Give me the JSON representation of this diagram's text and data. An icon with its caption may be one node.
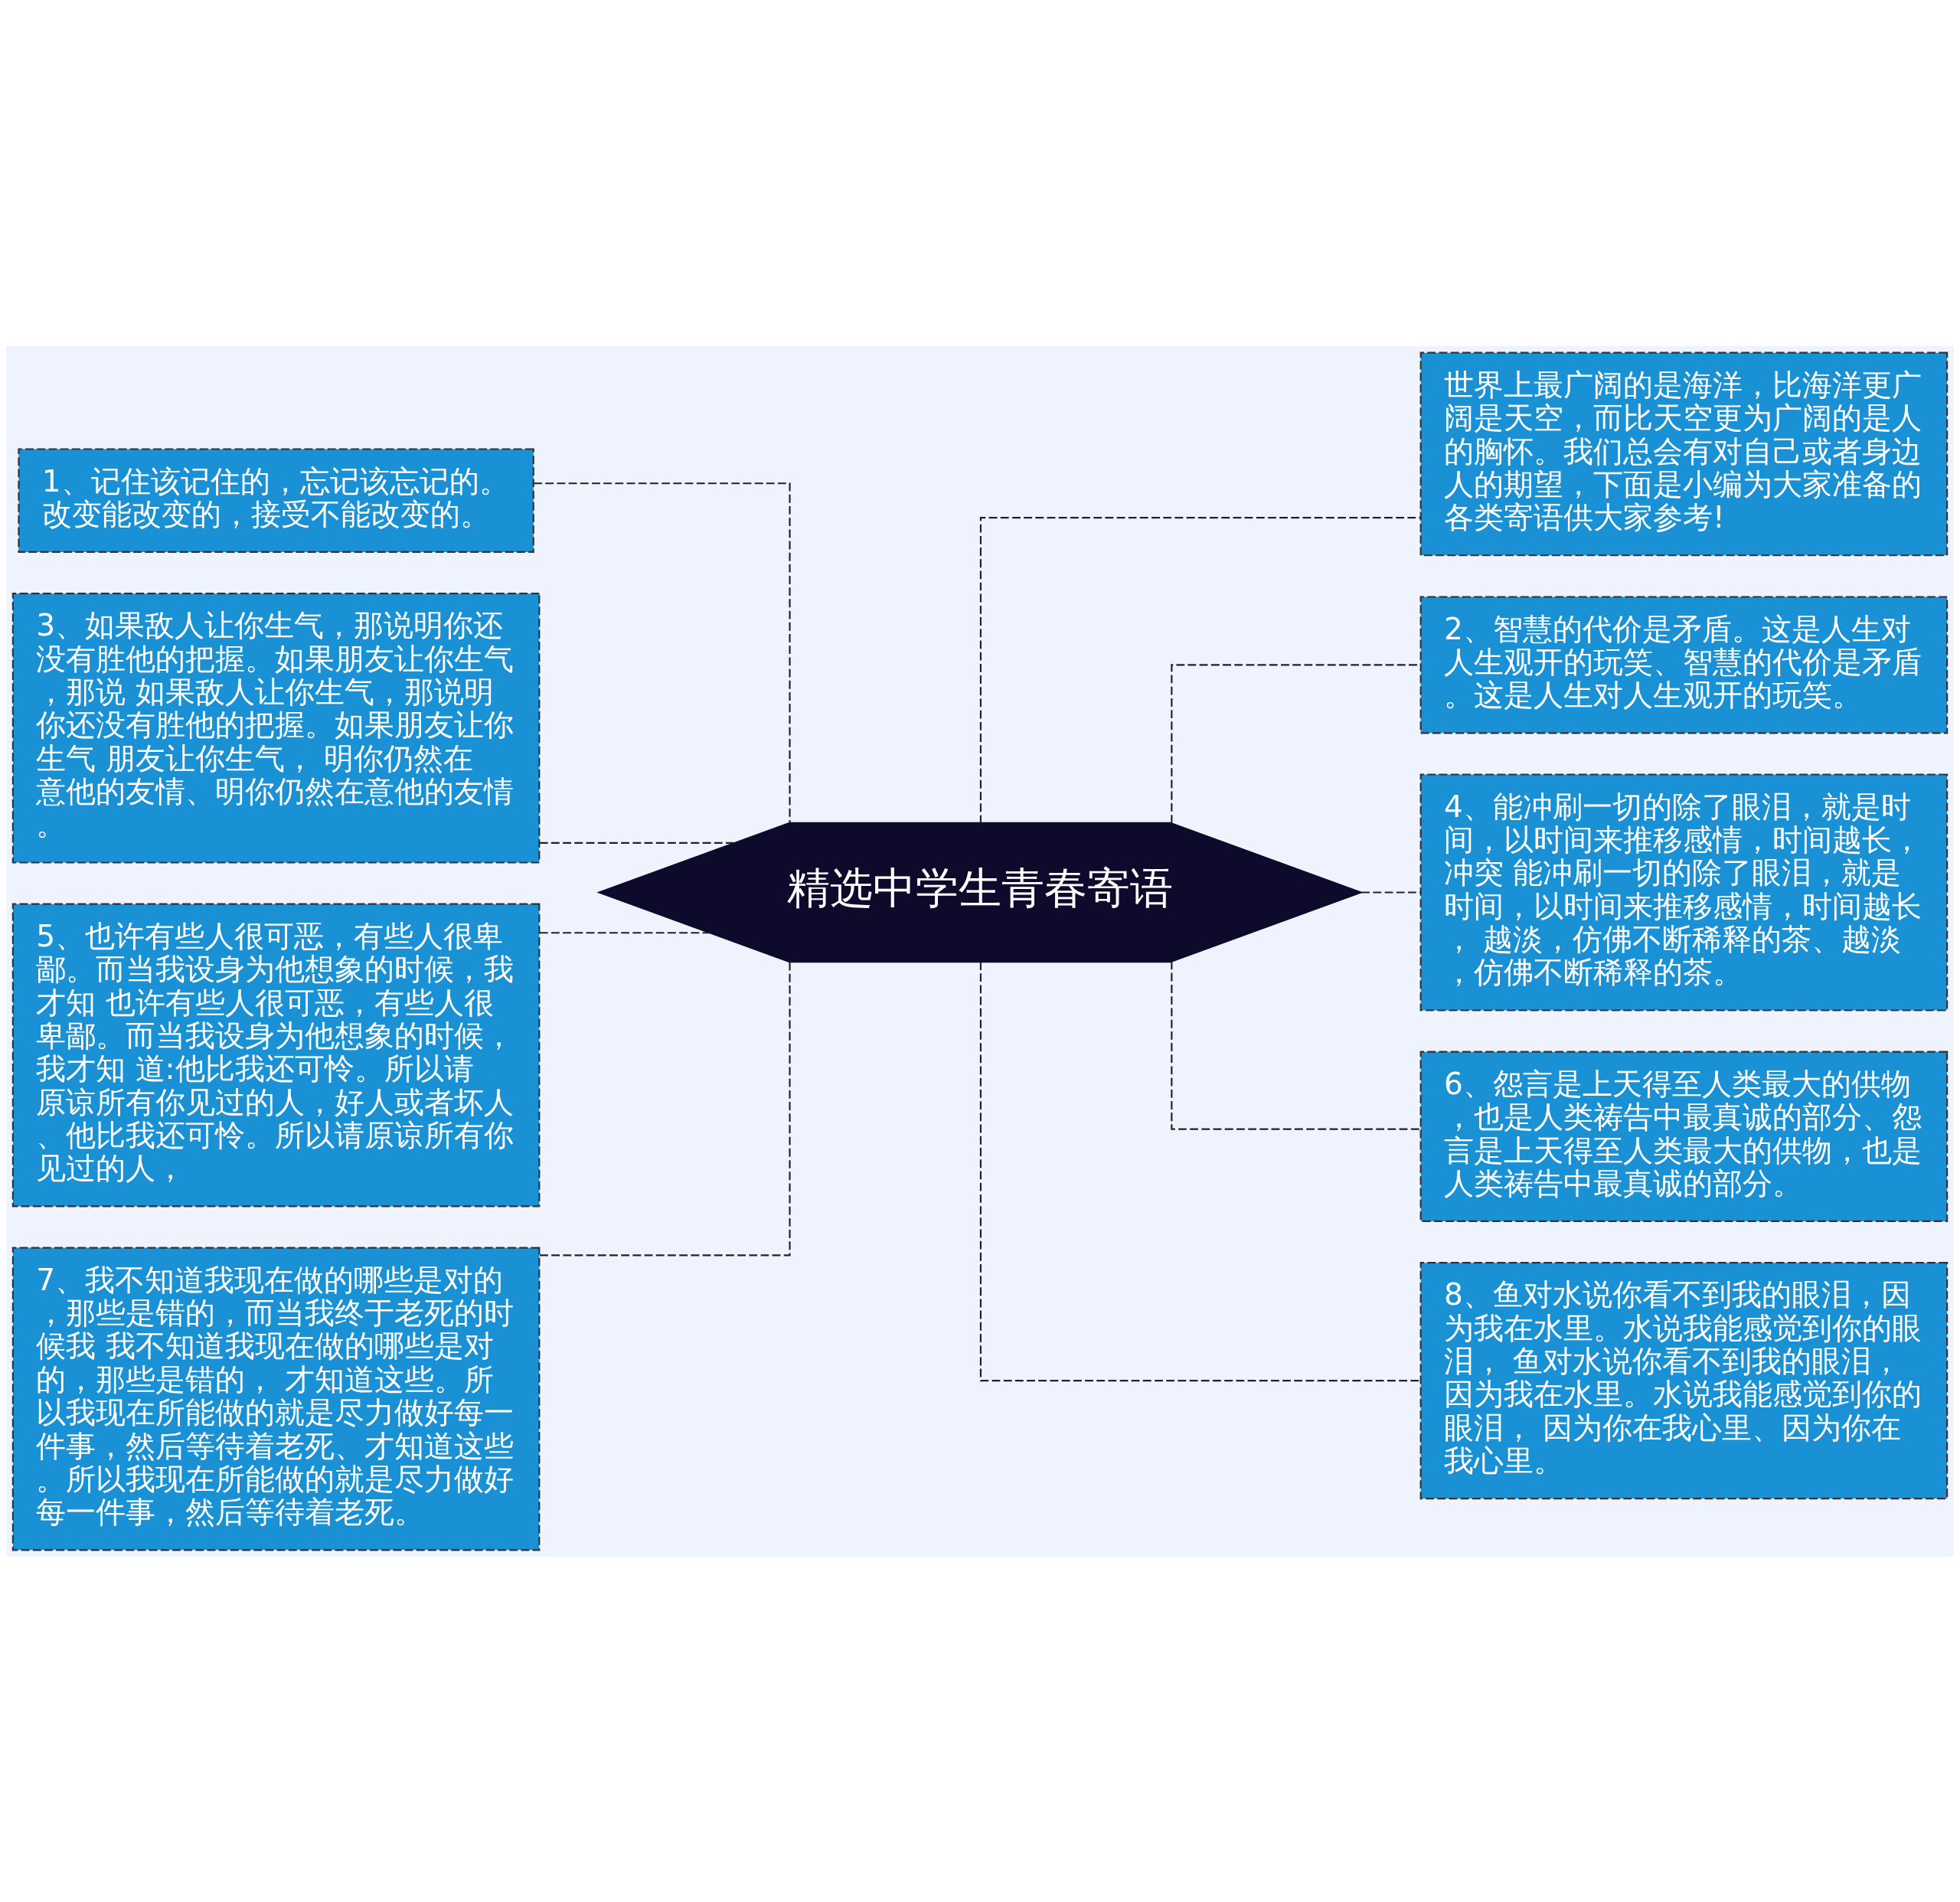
{
  "diagram": {
    "nodes": [
      {
        "text": [
          "精选中学生青春寄语"
        ]
      },
      {
        "text": [
          "世界上最广阔的是海洋，比海洋更广阔是天空，而比天空更为广阔的是人的胸怀。我们总会有对自己或者身边人的期望，下面是小编为大家准备的各类寄语供大家参考!"
        ]
      },
      {
        "text": [
          "1、记住该记住的，忘记该忘记的。改变能改变的，接受不能改变的。"
        ]
      },
      {
        "text": [
          "2、智慧的代价是矛盾。这是人生对人生观开的玩笑、智慧的代价是矛盾。这是人生对人生观开的玩笑。"
        ]
      },
      {
        "text": [
          "3、如果敌人让你生气，那说明你还没有胜他的把握。如果朋友让你生气，那说 如果敌人让你生气，那说明你还没有胜他的把握。如果朋友让你生气 朋友让你生气， 明你仍然在意他的友情、明你仍然在意他的友情。"
        ]
      },
      {
        "text": [
          "4、能冲刷一切的除了眼泪，就是时间，以时间来推移感情，时间越长，冲突 能冲刷一切的除了眼泪，就是时间，以时间来推移感情，时间越长， 越淡，仿佛不断稀释的茶、越淡，仿佛不断稀释的茶。"
        ]
      },
      {
        "text": [
          "5、也许有些人很可恶，有些人很卑鄙。而当我设身为他想象的时候，我才知 也许有些人很可恶，有些人很卑鄙。而当我设身为他想象的时候，我才知 道:他比我还可怜。所以请原谅所有你见过的人，好人或者坏人、他比我还可怜。所以请原谅所有你见过的人，"
        ]
      },
      {
        "text": [
          "6、怨言是上天得至人类最大的供物，也是人类祷告中最真诚的部分、怨言是上天得至人类最大的供物，也是人类祷告中最真诚的部分。"
        ]
      },
      {
        "text": [
          "7、我不知道我现在做的哪些是对的，那些是错的，而当我终于老死的时候我 我不知道我现在做的哪些是对的，那些是错的， 才知道这些。所以我现在所能做的就是尽力做好每一件事，然后等待着老死、才知道这些。所以我现在所能做的就是尽力做好每一件事，然后等待着老死。"
        ]
      },
      {
        "text": [
          "8、鱼对水说你看不到我的眼泪，因为我在水里。水说我能感觉到你的眼泪， 鱼对水说你看不到我的眼泪，因为我在水里。水说我能感觉到你的眼泪， 因为你在我心里、因为你在我心里。"
        ]
      }
    ],
    "edges": [
      {
        "from": 0,
        "to": 1,
        "arrow": "none",
        "style": "dashed"
      },
      {
        "from": 0,
        "to": 2,
        "arrow": "none",
        "style": "dashed"
      },
      {
        "from": 0,
        "to": 3,
        "arrow": "none",
        "style": "dashed"
      },
      {
        "from": 0,
        "to": 4,
        "arrow": "none",
        "style": "dashed"
      },
      {
        "from": 0,
        "to": 5,
        "arrow": "none",
        "style": "dashed"
      },
      {
        "from": 0,
        "to": 6,
        "arrow": "none",
        "style": "dashed"
      },
      {
        "from": 0,
        "to": 7,
        "arrow": "none",
        "style": "dashed"
      },
      {
        "from": 0,
        "to": 8,
        "arrow": "none",
        "style": "dashed"
      },
      {
        "from": 0,
        "to": 9,
        "arrow": "none",
        "style": "dashed"
      }
    ]
  }
}
